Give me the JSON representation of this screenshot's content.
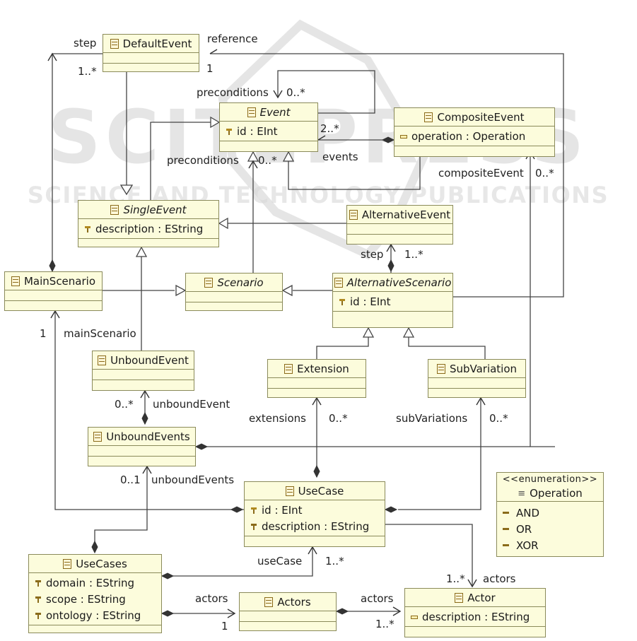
{
  "watermark": {
    "title": "SCITEPRESS",
    "subtitle": "SCIENCE AND TECHNOLOGY PUBLICATIONS"
  },
  "classes": {
    "default_event": {
      "name": "DefaultEvent"
    },
    "event": {
      "name": "Event",
      "attrs": [
        "id : EInt"
      ]
    },
    "composite_event": {
      "name": "CompositeEvent",
      "attrs": [
        "operation : Operation"
      ]
    },
    "single_event": {
      "name": "SingleEvent",
      "attrs": [
        "description : EString"
      ]
    },
    "alternative_event": {
      "name": "AlternativeEvent"
    },
    "main_scenario": {
      "name": "MainScenario"
    },
    "scenario": {
      "name": "Scenario"
    },
    "alternative_scenario": {
      "name": "AlternativeScenario",
      "attrs": [
        "id : EInt"
      ]
    },
    "unbound_event": {
      "name": "UnboundEvent"
    },
    "extension": {
      "name": "Extension"
    },
    "sub_variation": {
      "name": "SubVariation"
    },
    "unbound_events": {
      "name": "UnboundEvents"
    },
    "use_case": {
      "name": "UseCase",
      "attrs": [
        "id : EInt",
        "description : EString"
      ]
    },
    "use_cases": {
      "name": "UseCases",
      "attrs": [
        "domain : EString",
        "scope : EString",
        "ontology : EString"
      ]
    },
    "actors": {
      "name": "Actors"
    },
    "actor": {
      "name": "Actor",
      "attrs": [
        "description : EString"
      ]
    }
  },
  "enumeration": {
    "stereotype": "<<enumeration>>",
    "name": "Operation",
    "literals": [
      "AND",
      "OR",
      "XOR"
    ]
  },
  "labels": {
    "step_top": "step",
    "mult_1_many_top": "1..*",
    "reference": "reference",
    "mult_1_ref": "1",
    "preconditions_top": "preconditions",
    "mult_0_many_self": "0..*",
    "mult_2_many": "2..*",
    "events": "events",
    "preconditions_mid": "preconditions",
    "mult_0_many_mid": "0..*",
    "composite_event": "compositeEvent",
    "mult_0_many_comp": "0..*",
    "step_alt": "step",
    "mult_1_many_alt": "1..*",
    "mult_1_main": "1",
    "main_scenario": "mainScenario",
    "mult_0_many_unbound": "0..*",
    "unbound_event": "unboundEvent",
    "extensions": "extensions",
    "mult_0_many_ext": "0..*",
    "sub_variations": "subVariations",
    "mult_0_many_sub": "0..*",
    "mult_0_1": "0..1",
    "unbound_events": "unboundEvents",
    "use_case": "useCase",
    "mult_1_many_uc": "1..*",
    "mult_1_many_actor": "1..*",
    "actors_top": "actors",
    "actors_left": "actors",
    "mult_1_actors": "1",
    "actors_right": "actors",
    "mult_1_many_bottom": "1..*"
  },
  "colors": {
    "class_fill": "#fcfcdc",
    "class_border": "#8a8a5a",
    "line": "#444444"
  }
}
